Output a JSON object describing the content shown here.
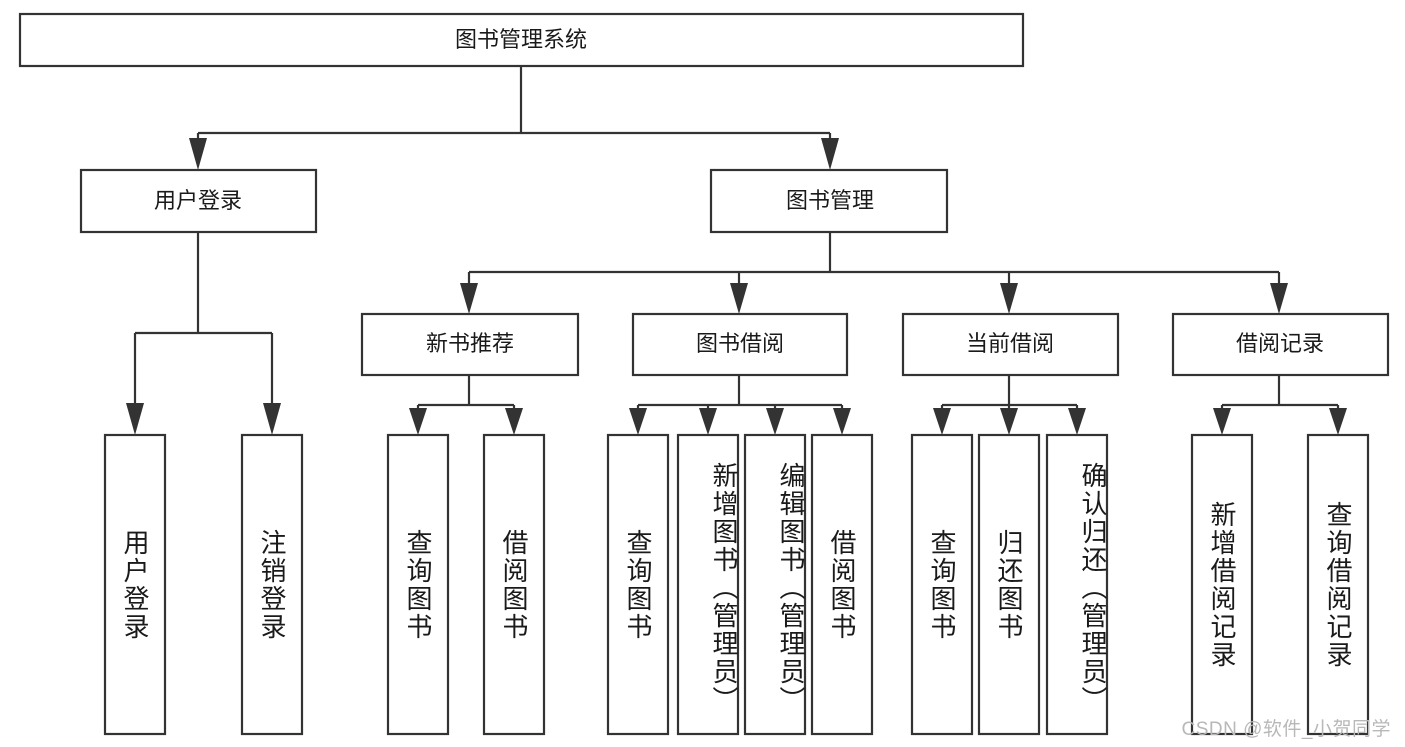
{
  "diagram": {
    "type": "tree-hierarchy",
    "title_node": {
      "label": "图书管理系统"
    },
    "level2": [
      {
        "label": "用户登录"
      },
      {
        "label": "图书管理"
      }
    ],
    "level3": [
      {
        "label": "新书推荐"
      },
      {
        "label": "图书借阅"
      },
      {
        "label": "当前借阅"
      },
      {
        "label": "借阅记录"
      }
    ],
    "leaves": {
      "user_login": [
        {
          "label": "用户登录"
        },
        {
          "label": "注销登录"
        }
      ],
      "new_book_recommend": [
        {
          "label": "查询图书"
        },
        {
          "label": "借阅图书"
        }
      ],
      "book_borrow": [
        {
          "label": "查询图书"
        },
        {
          "label": "新增图书（管理员）"
        },
        {
          "label": "编辑图书（管理员）"
        },
        {
          "label": "借阅图书"
        }
      ],
      "current_borrow": [
        {
          "label": "查询图书"
        },
        {
          "label": "归还图书"
        },
        {
          "label": "确认归还（管理员）"
        }
      ],
      "borrow_record": [
        {
          "label": "新增借阅记录"
        },
        {
          "label": "查询借阅记录"
        }
      ]
    }
  },
  "watermark": {
    "text": "CSDN @软件_小贺同学"
  },
  "colors": {
    "stroke": "#333333",
    "box_fill": "#ffffff",
    "text": "#1a1a1a",
    "watermark": "#b8b8b8",
    "background": "#ffffff"
  }
}
